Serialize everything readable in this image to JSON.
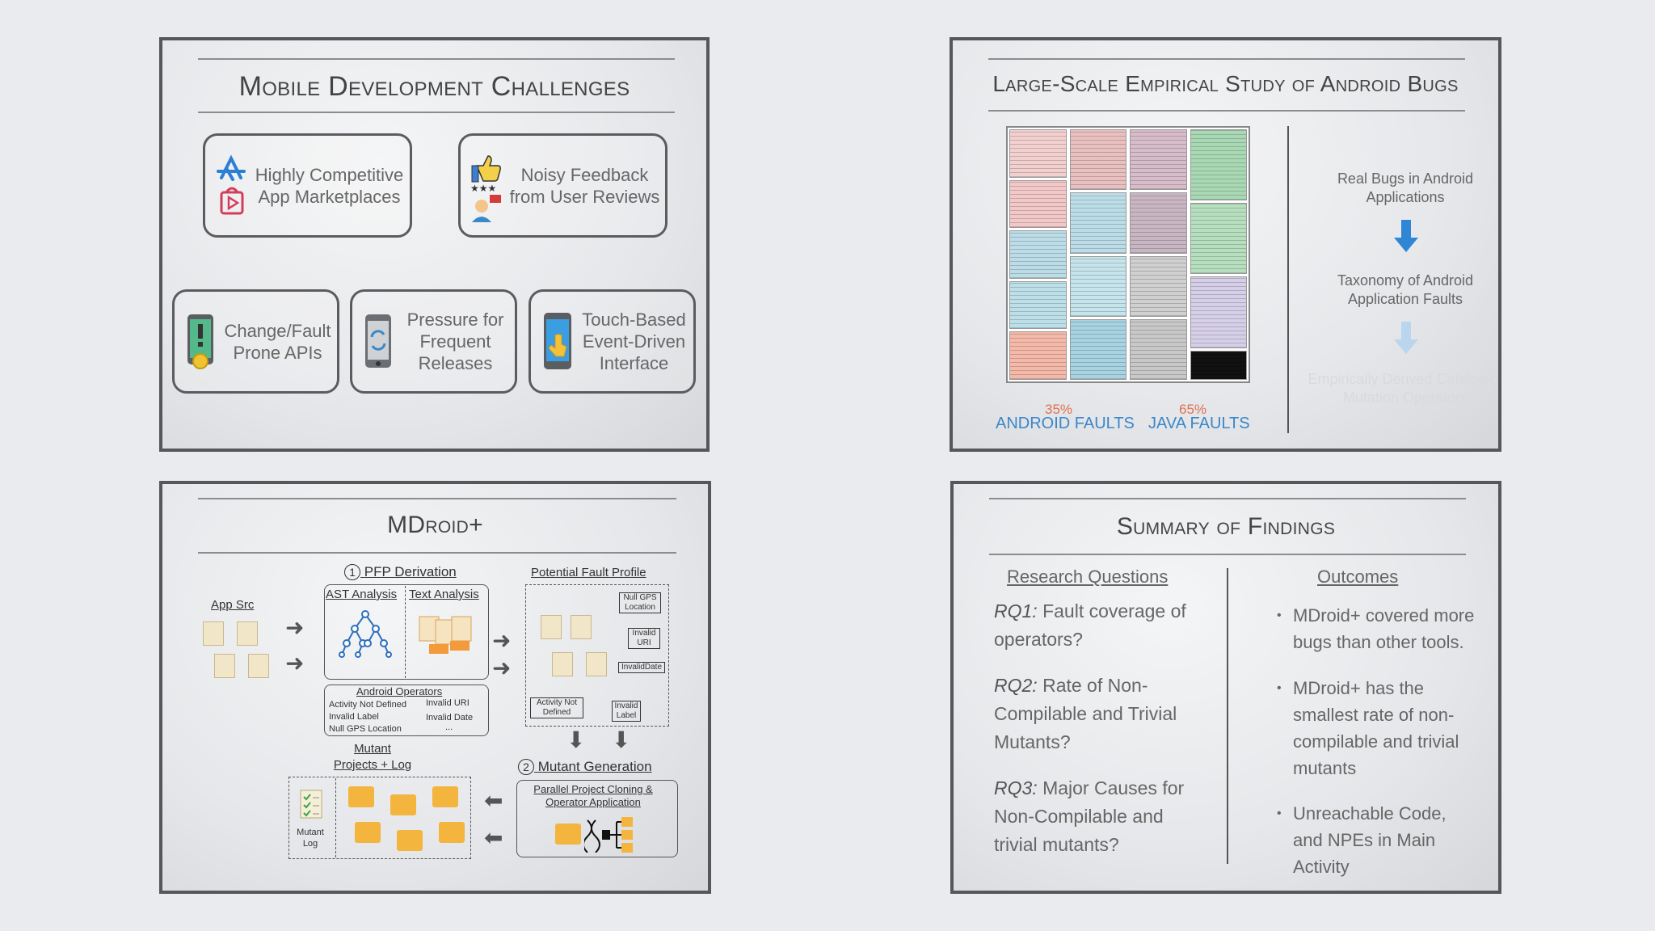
{
  "slide1": {
    "title": "Mobile Development Challenges",
    "challenges": [
      {
        "text": "Highly Competitive App Marketplaces",
        "icon": "app-store-icon"
      },
      {
        "text": "Noisy Feedback from User Reviews",
        "icon": "user-review-icon"
      },
      {
        "text": "Change/Fault Prone APIs",
        "icon": "phone-gear-icon"
      },
      {
        "text": "Pressure for Frequent Releases",
        "icon": "phone-sync-icon"
      },
      {
        "text": "Touch-Based Event-Driven Interface",
        "icon": "phone-touch-icon"
      }
    ]
  },
  "slide2": {
    "title": "Large-Scale Empirical Study of Android Bugs",
    "android_pct": "35%",
    "android_label": "ANDROID FAULTS",
    "java_pct": "65%",
    "java_label": "JAVA FAULTS",
    "flow": [
      "Real Bugs in Android Applications",
      "Taxonomy of Android Application Faults",
      "Empirically Derived Catalog of Mutation Operators"
    ]
  },
  "slide3": {
    "title": "MDroid+",
    "app_src": "App Src",
    "step1": "PFP Derivation",
    "step1_num": "1",
    "ast": "AST Analysis",
    "text_analysis": "Text Analysis",
    "pfp": "Potential Fault Profile",
    "android_ops": "Android Operators",
    "ops_left": [
      "Activity Not Defined",
      "Invalid Label",
      "Null GPS Location"
    ],
    "ops_right": [
      "Invalid URI",
      "Invalid Date",
      "..."
    ],
    "pfp_labels": [
      "Null GPS Location",
      "Invalid URI",
      "InvalidDate",
      "Activity Not Defined",
      "Invalid Label"
    ],
    "mutant_projects": "Mutant Projects + Log",
    "mutant_log": "Mutant Log",
    "step2": "Mutant Generation",
    "step2_num": "2",
    "cloning": "Parallel Project Cloning & Operator Application"
  },
  "slide4": {
    "title": "Summary of Findings",
    "rq_header": "Research Questions",
    "out_header": "Outcomes",
    "rqs": [
      {
        "label": "RQ1:",
        "text": "Fault coverage of operators?"
      },
      {
        "label": "RQ2:",
        "text": "Rate of Non-Compilable and Trivial Mutants?"
      },
      {
        "label": "RQ3:",
        "text": "Major Causes for Non-Compilable and trivial mutants?"
      }
    ],
    "outcomes": [
      "MDroid+ covered more bugs than other tools.",
      "MDroid+ has the smallest rate of non-compilable and trivial mutants",
      "Unreachable Code, and NPEs in Main Activity"
    ]
  },
  "colors": {
    "accent_blue": "#3a87c9",
    "accent_orange": "#e07050",
    "border": "#55575b"
  }
}
